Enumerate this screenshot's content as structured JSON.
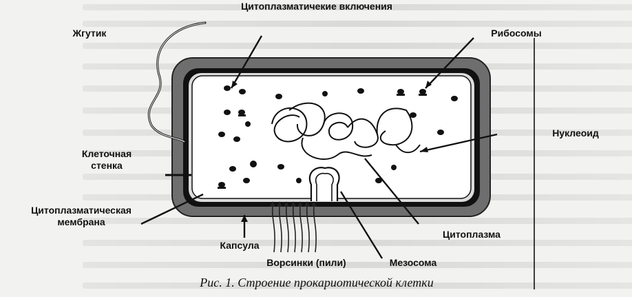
{
  "labels": {
    "flagellum": "Жгутик",
    "inclusions": "Цитоплазматичекие включения",
    "ribosomes": "Рибосомы",
    "nucleoid": "Нуклеоид",
    "cell_wall": "Клеточная стенка",
    "membrane": "Цитоплазматическая мембрана",
    "capsule": "Капсула",
    "pili": "Ворсинки (пили)",
    "mesosome": "Мезосома",
    "cytoplasm": "Цитоплазма"
  },
  "caption": "Рис. 1. Строение прокариотической клетки",
  "colors": {
    "capsule": "#6e6e6e",
    "wall": "#111111",
    "cytoplasm": "#ffffff",
    "ink": "#111111"
  }
}
